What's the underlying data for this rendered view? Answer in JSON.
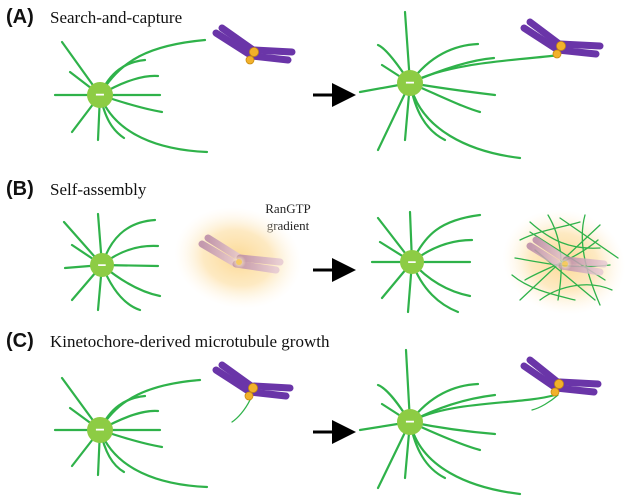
{
  "panels": [
    {
      "label": "(A)",
      "title": "Search-and-capture"
    },
    {
      "label": "(B)",
      "title": "Self-assembly"
    },
    {
      "label": "(C)",
      "title": "Kinetochore-derived microtubule growth"
    }
  ],
  "gradient_label_line1": "RanGTP",
  "gradient_label_line2": "gradient",
  "centrosome_symbol": "−",
  "colors": {
    "microtubule": "#2fb24a",
    "centrosome": "#8dcc44",
    "chromosome": "#6a35a8",
    "kinetochore": "#f2b12a",
    "gradient": "#fbdfa3",
    "arrow": "#000000"
  }
}
